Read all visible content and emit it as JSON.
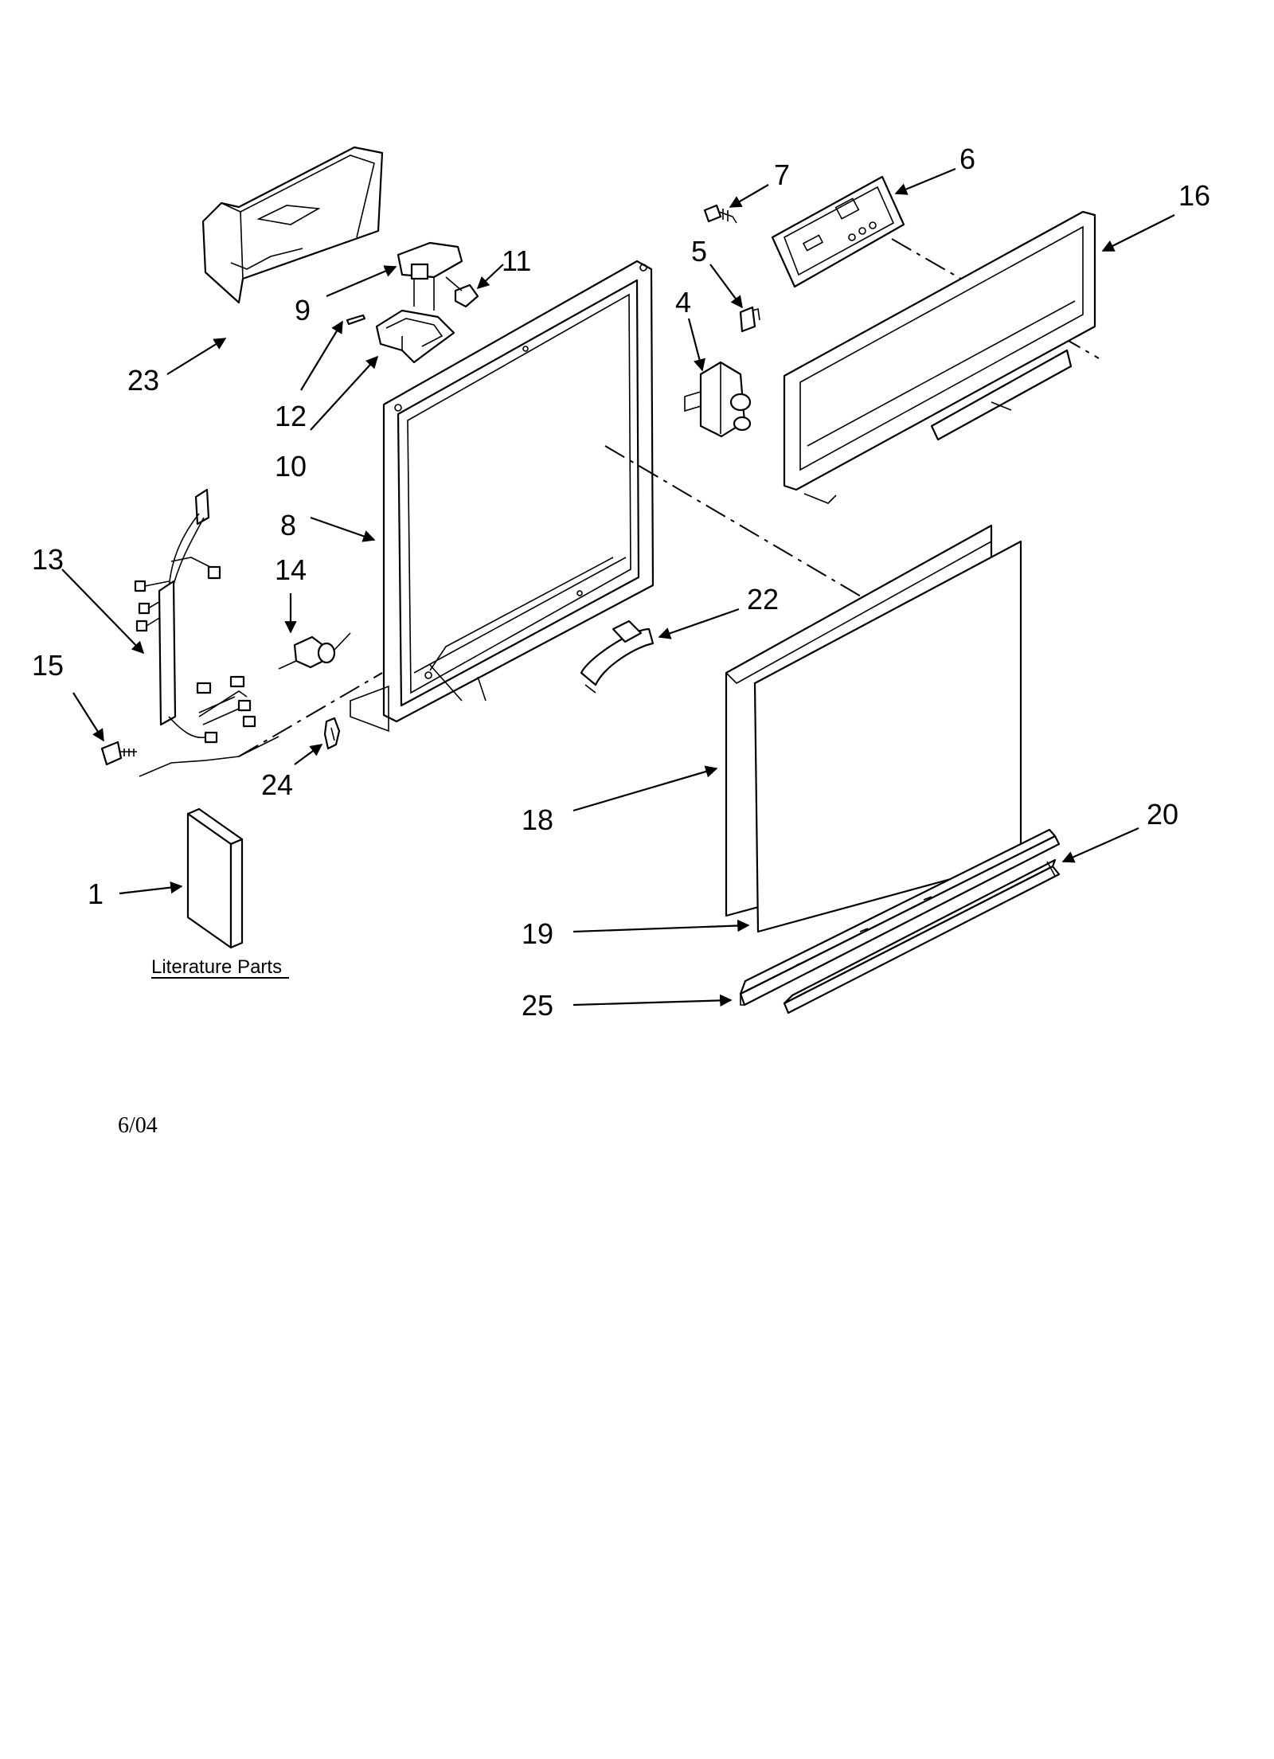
{
  "callouts": {
    "c1": "1",
    "c4": "4",
    "c5": "5",
    "c6": "6",
    "c7": "7",
    "c8": "8",
    "c9": "9",
    "c10": "10",
    "c11": "11",
    "c12": "12",
    "c13": "13",
    "c14": "14",
    "c15": "15",
    "c16": "16",
    "c18": "18",
    "c19": "19",
    "c20": "20",
    "c22": "22",
    "c23": "23",
    "c24": "24",
    "c25": "25"
  },
  "literature_caption": "Literature Parts",
  "date_code": "6/04",
  "colors": {
    "ink": "#000000",
    "paper": "#ffffff"
  }
}
